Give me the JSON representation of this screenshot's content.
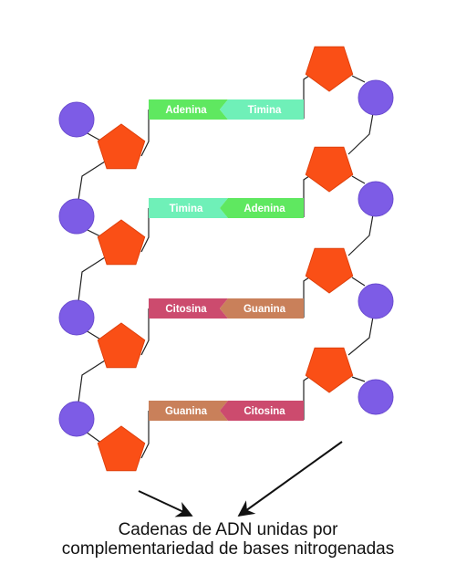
{
  "colors": {
    "phosphate": "#7d5ce6",
    "phosphate_stroke": "#6a4bd0",
    "sugar": "#fa4f16",
    "sugar_stroke": "#e0400c",
    "backbone": "#222222",
    "adenina": "#5fe860",
    "timina": "#6ff0b8",
    "citosina": "#cc4b6e",
    "guanina": "#c9805a"
  },
  "pairs": [
    {
      "left": {
        "label": "Adenina",
        "base": "adenina"
      },
      "right": {
        "label": "Timina",
        "base": "timina"
      }
    },
    {
      "left": {
        "label": "Timina",
        "base": "timina"
      },
      "right": {
        "label": "Adenina",
        "base": "adenina"
      }
    },
    {
      "left": {
        "label": "Citosina",
        "base": "citosina"
      },
      "right": {
        "label": "Guanina",
        "base": "guanina"
      }
    },
    {
      "left": {
        "label": "Guanina",
        "base": "guanina"
      },
      "right": {
        "label": "Citosina",
        "base": "citosina"
      }
    }
  ],
  "caption": {
    "line1": "Cadenas de ADN unidas por",
    "line2": "complementariedad de bases nitrogenadas"
  }
}
